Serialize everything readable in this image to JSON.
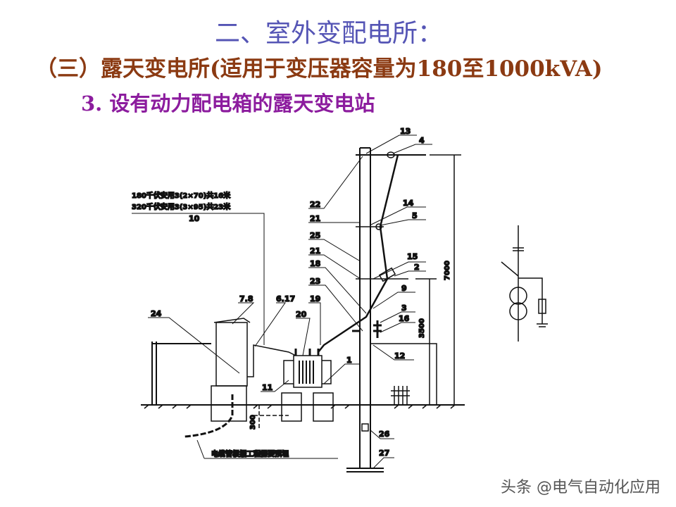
{
  "slide": {
    "heading": "二、室外变配电所：",
    "subheading": "（三）露天变电所(适用于变压器容量为180至1000kVA)",
    "section": "3. 设有动力配电箱的露天变电站"
  },
  "diagram": {
    "cable_notes": [
      "180千伏安用3(2×70)共16米",
      "320千伏安用3(3×95)共23米"
    ],
    "labels": {
      "l10": "10",
      "l13": "13",
      "l4": "4",
      "l22": "22",
      "l14": "14",
      "l21a": "21",
      "l5": "5",
      "l25": "25",
      "l21b": "21",
      "l15": "15",
      "l18": "18",
      "l2": "2",
      "l23": "23",
      "l9": "9",
      "l19": "19",
      "l3": "3",
      "l16": "16",
      "l12": "12",
      "l78": "7.8",
      "l617": "6.17",
      "l20": "20",
      "l24": "24",
      "l1": "1",
      "l11": "11",
      "l26": "26",
      "l27": "27"
    },
    "dimensions": {
      "d7000": "7000",
      "d3500": "3500",
      "d300": "300"
    },
    "conduit_note": "电缆管根据工程需要预埋"
  },
  "watermark": "头条 @电气自动化应用",
  "colors": {
    "heading": "#5555b5",
    "subheading": "#8b3a12",
    "section": "#8c1c9e"
  }
}
